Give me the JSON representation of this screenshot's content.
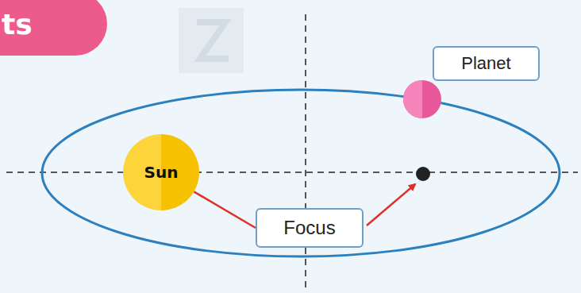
{
  "diagram": {
    "nodes": [
      {
        "text": [
          "ts"
        ]
      },
      {
        "text": [
          "Planet"
        ]
      },
      {
        "text": [
          "Sun"
        ]
      },
      {
        "text": [
          "Focus"
        ]
      }
    ],
    "edges": [
      {
        "from": 2,
        "to": 3,
        "arrow": "none"
      }
    ]
  }
}
